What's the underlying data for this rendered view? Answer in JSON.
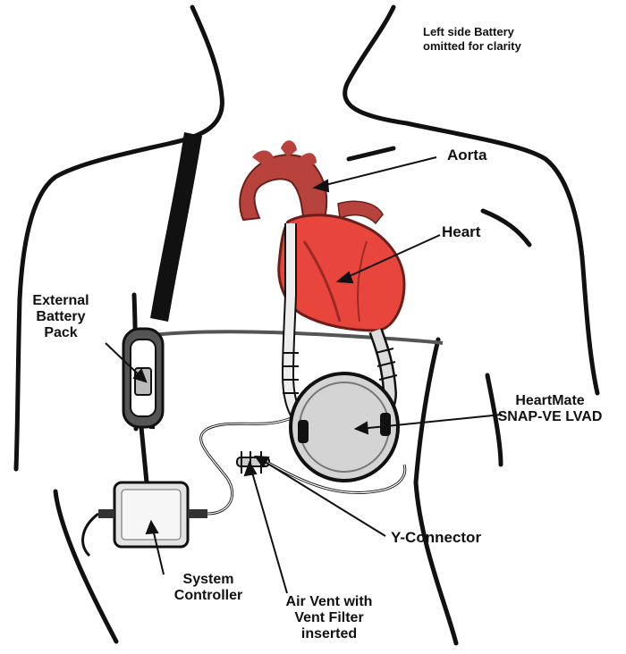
{
  "note": {
    "line1": "Left side Battery",
    "line2": "omitted for clarity"
  },
  "labels": {
    "aorta": "Aorta",
    "heart": "Heart",
    "battery": {
      "line1": "External",
      "line2": "Battery",
      "line3": "Pack"
    },
    "lvad": {
      "line1": "HeartMate",
      "line2": "SNAP-VE LVAD"
    },
    "y_connector": "Y-Connector",
    "controller": {
      "line1": "System",
      "line2": "Controller"
    },
    "air_vent": {
      "line1": "Air Vent with",
      "line2": "Vent Filter",
      "line3": "inserted"
    }
  },
  "colors": {
    "heart": "#e8453c",
    "heart_shadow": "#9c2a24",
    "aorta": "#b8433c",
    "outline": "#111111",
    "device": "#d4d4d4"
  }
}
